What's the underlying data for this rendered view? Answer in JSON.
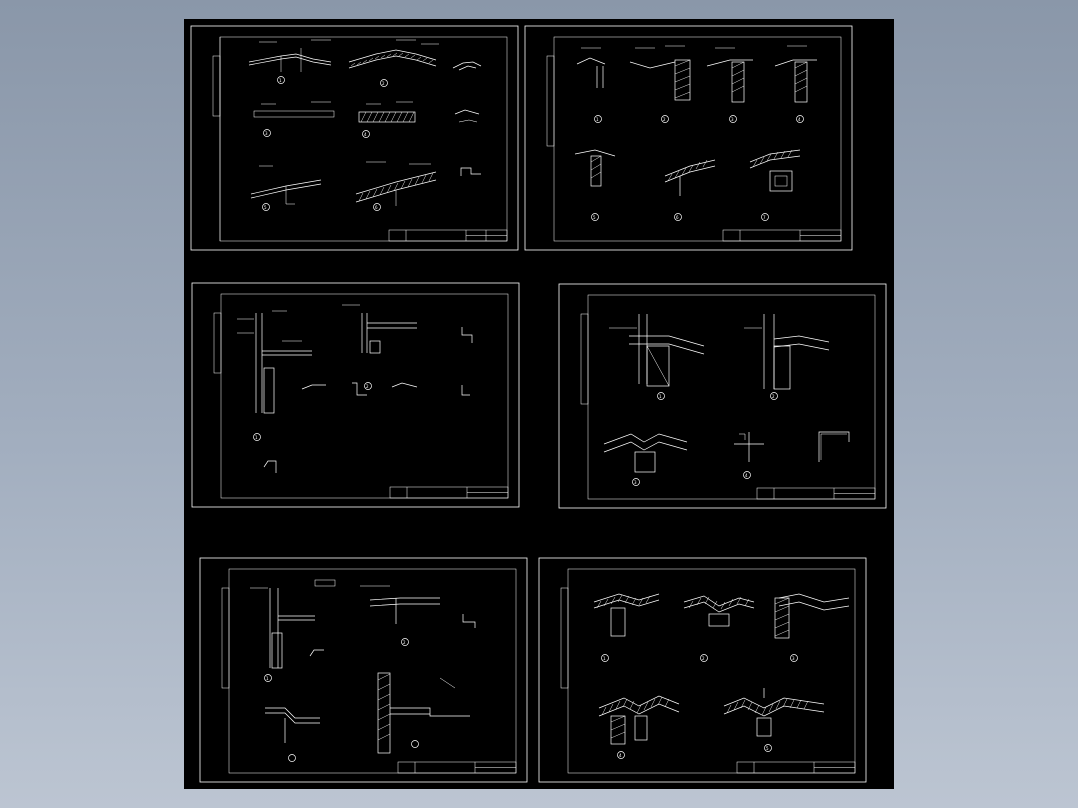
{
  "app": {
    "background_top": "#8a97a9",
    "background_bottom": "#bcc5d2",
    "canvas_color": "#000000",
    "line_color": "#ffffff"
  },
  "sheets": [
    {
      "id": "sheet-1",
      "detail_numbers": [
        "1",
        "2",
        "3",
        "4",
        "5",
        "6"
      ]
    },
    {
      "id": "sheet-2",
      "detail_numbers": [
        "1",
        "2",
        "3",
        "4",
        "5",
        "6",
        "7"
      ]
    },
    {
      "id": "sheet-3",
      "detail_numbers": [
        "1",
        "2"
      ]
    },
    {
      "id": "sheet-4",
      "detail_numbers": [
        "1",
        "2",
        "3",
        "4"
      ]
    },
    {
      "id": "sheet-5",
      "detail_numbers": [
        "1",
        "2"
      ]
    },
    {
      "id": "sheet-6",
      "detail_numbers": [
        "1",
        "2",
        "3",
        "4",
        "5"
      ]
    }
  ]
}
